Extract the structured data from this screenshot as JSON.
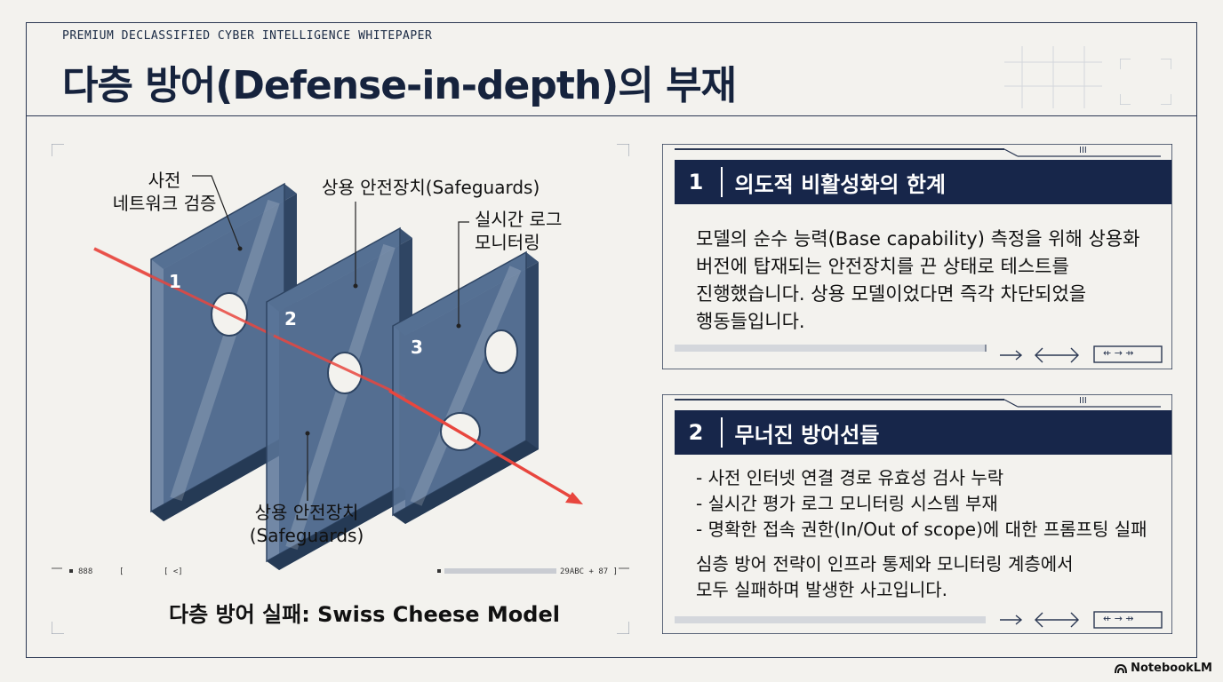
{
  "header": {
    "eyebrow": "PREMIUM DECLASSIFIED CYBER INTELLIGENCE WHITEPAPER",
    "title": "다층 방어(Defense-in-depth)의 부재"
  },
  "diagram": {
    "labels": {
      "layer1_line1": "사전",
      "layer1_line2": "네트워크 검증",
      "top_safeguards": "상용 안전장치(Safeguards)",
      "layer3_line1": "실시간 로그",
      "layer3_line2": "모니터링",
      "bottom_line1": "상용 안전장치",
      "bottom_line2": "(Safeguards)"
    },
    "layers": [
      {
        "number": "1"
      },
      {
        "number": "2"
      },
      {
        "number": "3"
      }
    ],
    "hud": {
      "left_code": "888",
      "bracket_left": "[",
      "bracket_right": "[ <]",
      "right_code": "29ABC + 87 ]"
    },
    "caption": "다층 방어 실패: Swiss Cheese Model",
    "colors": {
      "panel": "#4f6b8f",
      "panel_edge": "#2f4563",
      "laser": "#e8463e"
    }
  },
  "cards": [
    {
      "number": "1",
      "title": "의도적 비활성화의 한계",
      "body_lines": [
        "모델의 순수 능력(Base capability) 측정을 위해 상용화",
        "버전에 탑재되는 안전장치를 끈 상태로 테스트를",
        "진행했습니다. 상용 모델이었다면 즉각 차단되었을",
        "행동들입니다."
      ]
    },
    {
      "number": "2",
      "title": "무너진 방어선들",
      "bullets": [
        "사전 인터넷 연결 경로 유효성 검사 누락",
        "실시간 평가 로그 모니터링 시스템 부재",
        "명확한 접속 권한(In/Out of scope)에 대한 프롬프팅 실패"
      ],
      "para_lines": [
        "심층 방어 전략이 인프라 통제와 모니터링 계층에서",
        "모두 실패하며 발생한 사고입니다."
      ]
    }
  ],
  "card_deco": {
    "tag": "III",
    "mini_box": "⇷ → ⇸"
  },
  "branding": {
    "name": "NotebookLM"
  },
  "theme": {
    "navy": "#17264a",
    "background": "#f3f2ee"
  }
}
